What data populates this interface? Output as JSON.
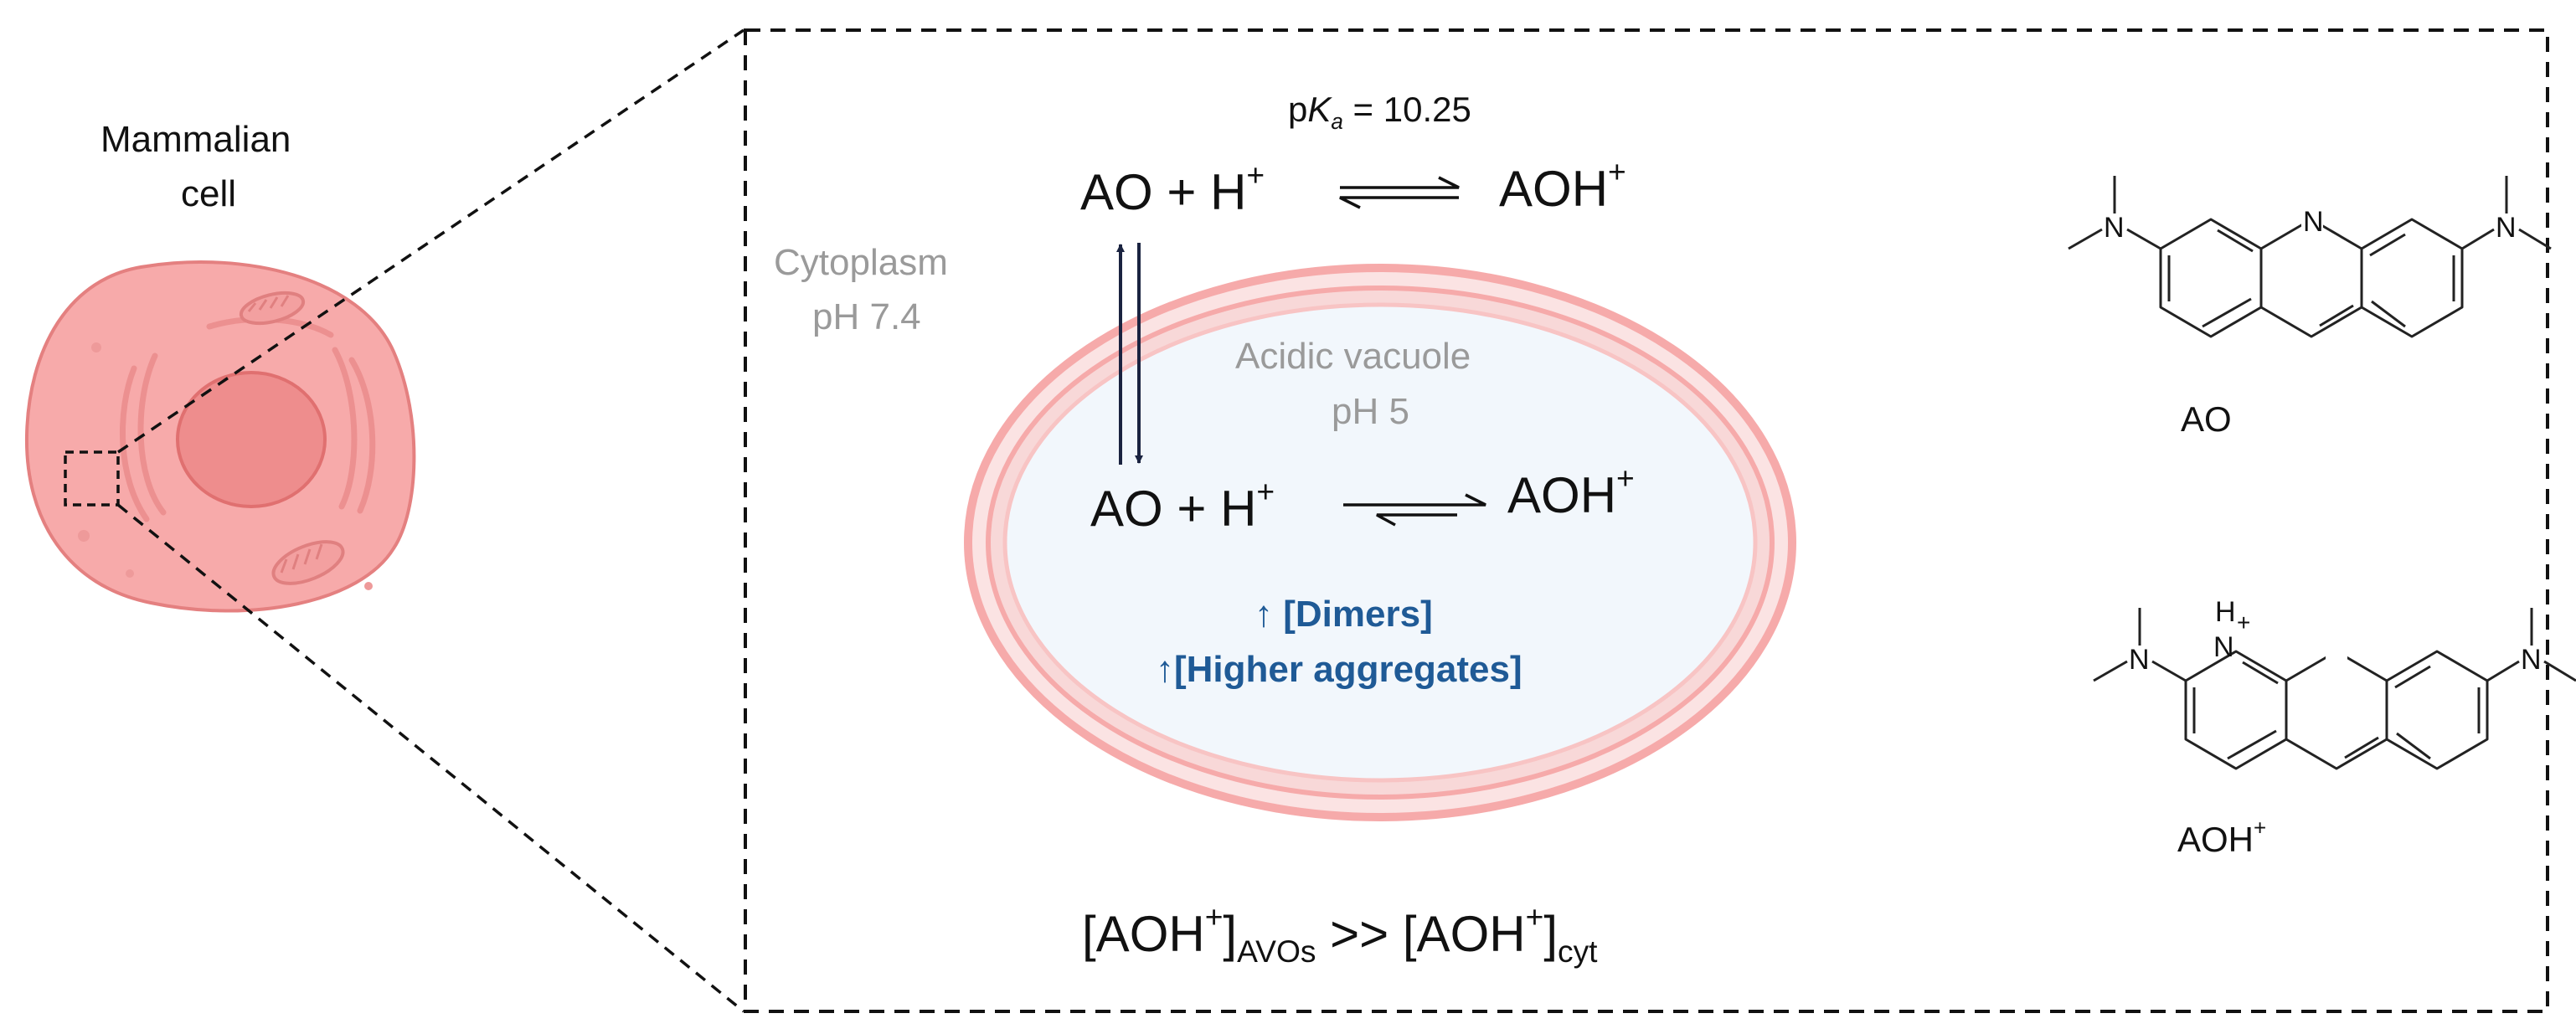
{
  "cell": {
    "title_line1": "Mammalian",
    "title_line2": "cell"
  },
  "cytoplasm": {
    "line1": "Cytoplasm",
    "line2": "pH 7.4"
  },
  "pka": {
    "prefix": "p",
    "k": "K",
    "sub": "a",
    "value": " = 10.25"
  },
  "top_equation": {
    "left": "AO + H",
    "left_charge": "+",
    "right": "AOH",
    "right_charge": "+"
  },
  "vacuole": {
    "line1": "Acidic vacuole",
    "line2": "pH 5"
  },
  "vacuole_equation": {
    "left": "AO + H",
    "left_charge": "+",
    "right": "AOH",
    "right_charge": "+"
  },
  "aggregates": {
    "arrow": "↑",
    "dimers": "[Dimers]",
    "higher": "[Higher aggregates]"
  },
  "bottom_relation": {
    "open1": "[AOH",
    "charge1": "+",
    "close1": "]",
    "sub1": "AVOs",
    "relation": " >> ",
    "open2": "[AOH",
    "charge2": "+",
    "close2": "]",
    "sub2": "cyt"
  },
  "structures": {
    "ao_label": "AO",
    "aoh_label": "AOH",
    "aoh_charge": "+",
    "n_atom": "N",
    "h_atom": "H",
    "plus": "+"
  },
  "colors": {
    "cell_fill": "#f5a3a3",
    "cell_stroke": "#e27a7a",
    "vacuole_fill": "#f2f7fc",
    "vacuole_ring": "#f8b8b8",
    "label_grey": "#9a9a9a",
    "aggregate_blue": "#1f5a96"
  }
}
